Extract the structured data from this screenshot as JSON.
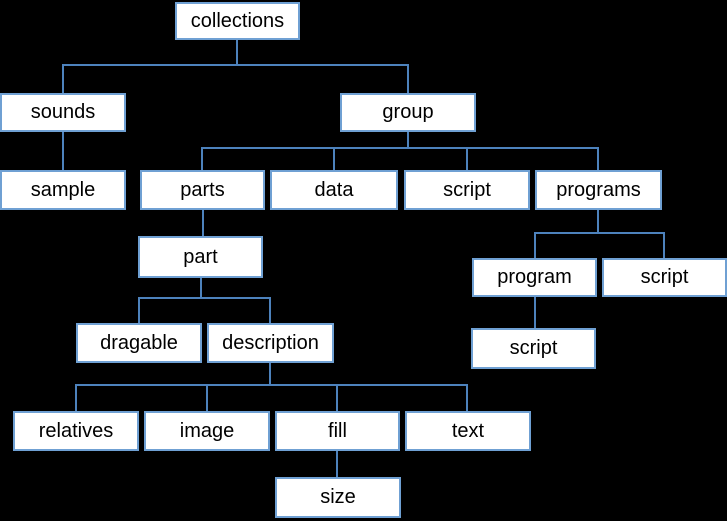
{
  "diagram": {
    "type": "tree",
    "description_of_layout": "organization-style tree chart, white boxes with blue borders and blue elbow connectors on a black background",
    "colors": {
      "background": "#000000",
      "node-fill": "#ffffff",
      "node-border": "#6fa0d3",
      "connector": "#4d82bc",
      "text": "#000000"
    },
    "nodes": [
      {
        "id": "collections",
        "label": "collections"
      },
      {
        "id": "sounds",
        "label": "sounds"
      },
      {
        "id": "group",
        "label": "group"
      },
      {
        "id": "sample",
        "label": "sample"
      },
      {
        "id": "parts",
        "label": "parts"
      },
      {
        "id": "data",
        "label": "data"
      },
      {
        "id": "script-1",
        "label": "script"
      },
      {
        "id": "programs",
        "label": "programs"
      },
      {
        "id": "part",
        "label": "part"
      },
      {
        "id": "program",
        "label": "program"
      },
      {
        "id": "script-2",
        "label": "script"
      },
      {
        "id": "dragable",
        "label": "dragable"
      },
      {
        "id": "description",
        "label": "description"
      },
      {
        "id": "script-3",
        "label": "script"
      },
      {
        "id": "relatives",
        "label": "relatives"
      },
      {
        "id": "image",
        "label": "image"
      },
      {
        "id": "fill",
        "label": "fill"
      },
      {
        "id": "text",
        "label": "text"
      },
      {
        "id": "size",
        "label": "size"
      }
    ],
    "edges": [
      [
        "collections",
        "sounds"
      ],
      [
        "collections",
        "group"
      ],
      [
        "sounds",
        "sample"
      ],
      [
        "group",
        "parts"
      ],
      [
        "group",
        "data"
      ],
      [
        "group",
        "script-1"
      ],
      [
        "group",
        "programs"
      ],
      [
        "parts",
        "part"
      ],
      [
        "part",
        "dragable"
      ],
      [
        "part",
        "description"
      ],
      [
        "description",
        "relatives"
      ],
      [
        "description",
        "image"
      ],
      [
        "description",
        "fill"
      ],
      [
        "description",
        "text"
      ],
      [
        "fill",
        "size"
      ],
      [
        "programs",
        "program"
      ],
      [
        "programs",
        "script-2"
      ],
      [
        "program",
        "script-3"
      ]
    ]
  }
}
